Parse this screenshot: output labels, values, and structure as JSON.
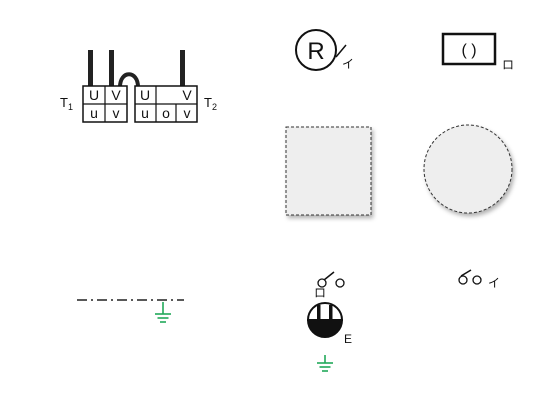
{
  "transformer_pair": {
    "left": {
      "label": "T",
      "subscript": "1",
      "top_cells": [
        "U",
        "V"
      ],
      "bottom_cells": [
        "u",
        "v"
      ]
    },
    "right": {
      "label": "T",
      "subscript": "2",
      "top_cells": [
        "U",
        "",
        "V"
      ],
      "bottom_cells": [
        "u",
        "o",
        "v"
      ]
    }
  },
  "relay_symbol": {
    "letter": "R",
    "tag": "イ"
  },
  "meter_box": {
    "inner": "( )",
    "tag": "ロ"
  },
  "shapes": {
    "square": {
      "fill": "#eeeeee"
    },
    "circle": {
      "fill": "#eeeeee"
    }
  },
  "switch_lo": {
    "tag": "ロ"
  },
  "switch_i": {
    "tag": "イ"
  },
  "outlet": {
    "tag": "E"
  },
  "colors": {
    "ground": "#22a85a",
    "line": "#222222"
  }
}
